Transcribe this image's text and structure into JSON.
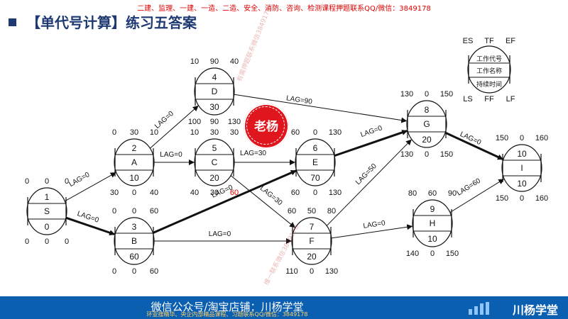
{
  "top_ad": "二建、监理、一建、一造、二造、安全、消防、咨询、检测课程押题联系QQ/微信：3849178",
  "title": "【单代号计算】练习五答案",
  "legend": {
    "es": "ES",
    "tf": "TF",
    "ef": "EF",
    "ls": "LS",
    "ff": "FF",
    "lf": "LF",
    "code": "工作代号",
    "name": "工作名称",
    "duration": "持续时间"
  },
  "nodes": [
    {
      "id": "n1",
      "code": "1",
      "name": "S",
      "duration": "0",
      "es": "0",
      "tf": "0",
      "ef": "0",
      "ls": "0",
      "ff": "0",
      "lf": "0"
    },
    {
      "id": "n2",
      "code": "2",
      "name": "A",
      "duration": "10",
      "es": "0",
      "tf": "30",
      "ef": "10",
      "ls": "30",
      "ff": "0",
      "lf": "40"
    },
    {
      "id": "n3",
      "code": "3",
      "name": "B",
      "duration": "60",
      "es": "0",
      "tf": "0",
      "ef": "60",
      "ls": "0",
      "ff": "0",
      "lf": "60"
    },
    {
      "id": "n4",
      "code": "4",
      "name": "D",
      "duration": "30",
      "es": "10",
      "tf": "90",
      "ef": "40",
      "ls": "100",
      "ff": "90",
      "lf": "130"
    },
    {
      "id": "n5",
      "code": "5",
      "name": "C",
      "duration": "20",
      "es": "10",
      "tf": "30",
      "ef": "30",
      "ls": "40",
      "ff": "30",
      "lf": "60"
    },
    {
      "id": "n6",
      "code": "6",
      "name": "E",
      "duration": "70",
      "es": "60",
      "tf": "0",
      "ef": "130",
      "ls": "60",
      "ff": "0",
      "lf": "130"
    },
    {
      "id": "n7",
      "code": "7",
      "name": "F",
      "duration": "20",
      "es": "60",
      "tf": "50",
      "ef": "80",
      "ls": "110",
      "ff": "0",
      "lf": "130"
    },
    {
      "id": "n8",
      "code": "8",
      "name": "G",
      "duration": "20",
      "es": "130",
      "tf": "0",
      "ef": "150",
      "ls": "130",
      "ff": "0",
      "lf": "150"
    },
    {
      "id": "n9",
      "code": "9",
      "name": "H",
      "duration": "10",
      "es": "80",
      "tf": "60",
      "ef": "90",
      "ls": "140",
      "ff": "0",
      "lf": "150"
    },
    {
      "id": "n10",
      "code": "10",
      "name": "I",
      "duration": "10",
      "es": "150",
      "tf": "0",
      "ef": "160",
      "ls": "150",
      "ff": "0",
      "lf": "160"
    }
  ],
  "edges": [
    {
      "from": "n1",
      "to": "n2",
      "lag": "LAG=0",
      "critical": false
    },
    {
      "from": "n1",
      "to": "n3",
      "lag": "LAG=0",
      "critical": true
    },
    {
      "from": "n2",
      "to": "n4",
      "lag": "LAG=0",
      "critical": false
    },
    {
      "from": "n2",
      "to": "n5",
      "lag": "LAG=0",
      "critical": false
    },
    {
      "from": "n3",
      "to": "n6",
      "lag": "LAG=0",
      "critical": true
    },
    {
      "from": "n3",
      "to": "n7",
      "lag": "LAG=0",
      "critical": false
    },
    {
      "from": "n4",
      "to": "n8",
      "lag": "LAG=90",
      "critical": false
    },
    {
      "from": "n5",
      "to": "n6",
      "lag": "LAG=30",
      "critical": false
    },
    {
      "from": "n5",
      "to": "n7",
      "lag": "LAG=30",
      "critical": false
    },
    {
      "from": "n6",
      "to": "n8",
      "lag": "LAG=0",
      "critical": true
    },
    {
      "from": "n7",
      "to": "n8",
      "lag": "LAG=50",
      "critical": false
    },
    {
      "from": "n7",
      "to": "n9",
      "lag": "LAG=0",
      "critical": false
    },
    {
      "from": "n8",
      "to": "n10",
      "lag": "LAG=0",
      "critical": true
    },
    {
      "from": "n9",
      "to": "n10",
      "lag": "LAG=60",
      "critical": false
    }
  ],
  "highlight": {
    "node": "n5",
    "field": "lf",
    "color": "#e00000"
  },
  "stamp": {
    "big": "老杨"
  },
  "watermarks": [
    "有需押题联系微信3849178",
    "维一联系微信3849178"
  ],
  "bottom": {
    "center": "微信公众号/淘宝店铺：川杨学堂",
    "ad": "环亚搜精华、央企内部精品课程、习题联系QQ/微信：3849178",
    "brand": "川杨学堂"
  },
  "colors": {
    "title": "#1f3a73",
    "ad": "#e00000",
    "bar": "#0b5fb0",
    "critical": "#111111"
  }
}
